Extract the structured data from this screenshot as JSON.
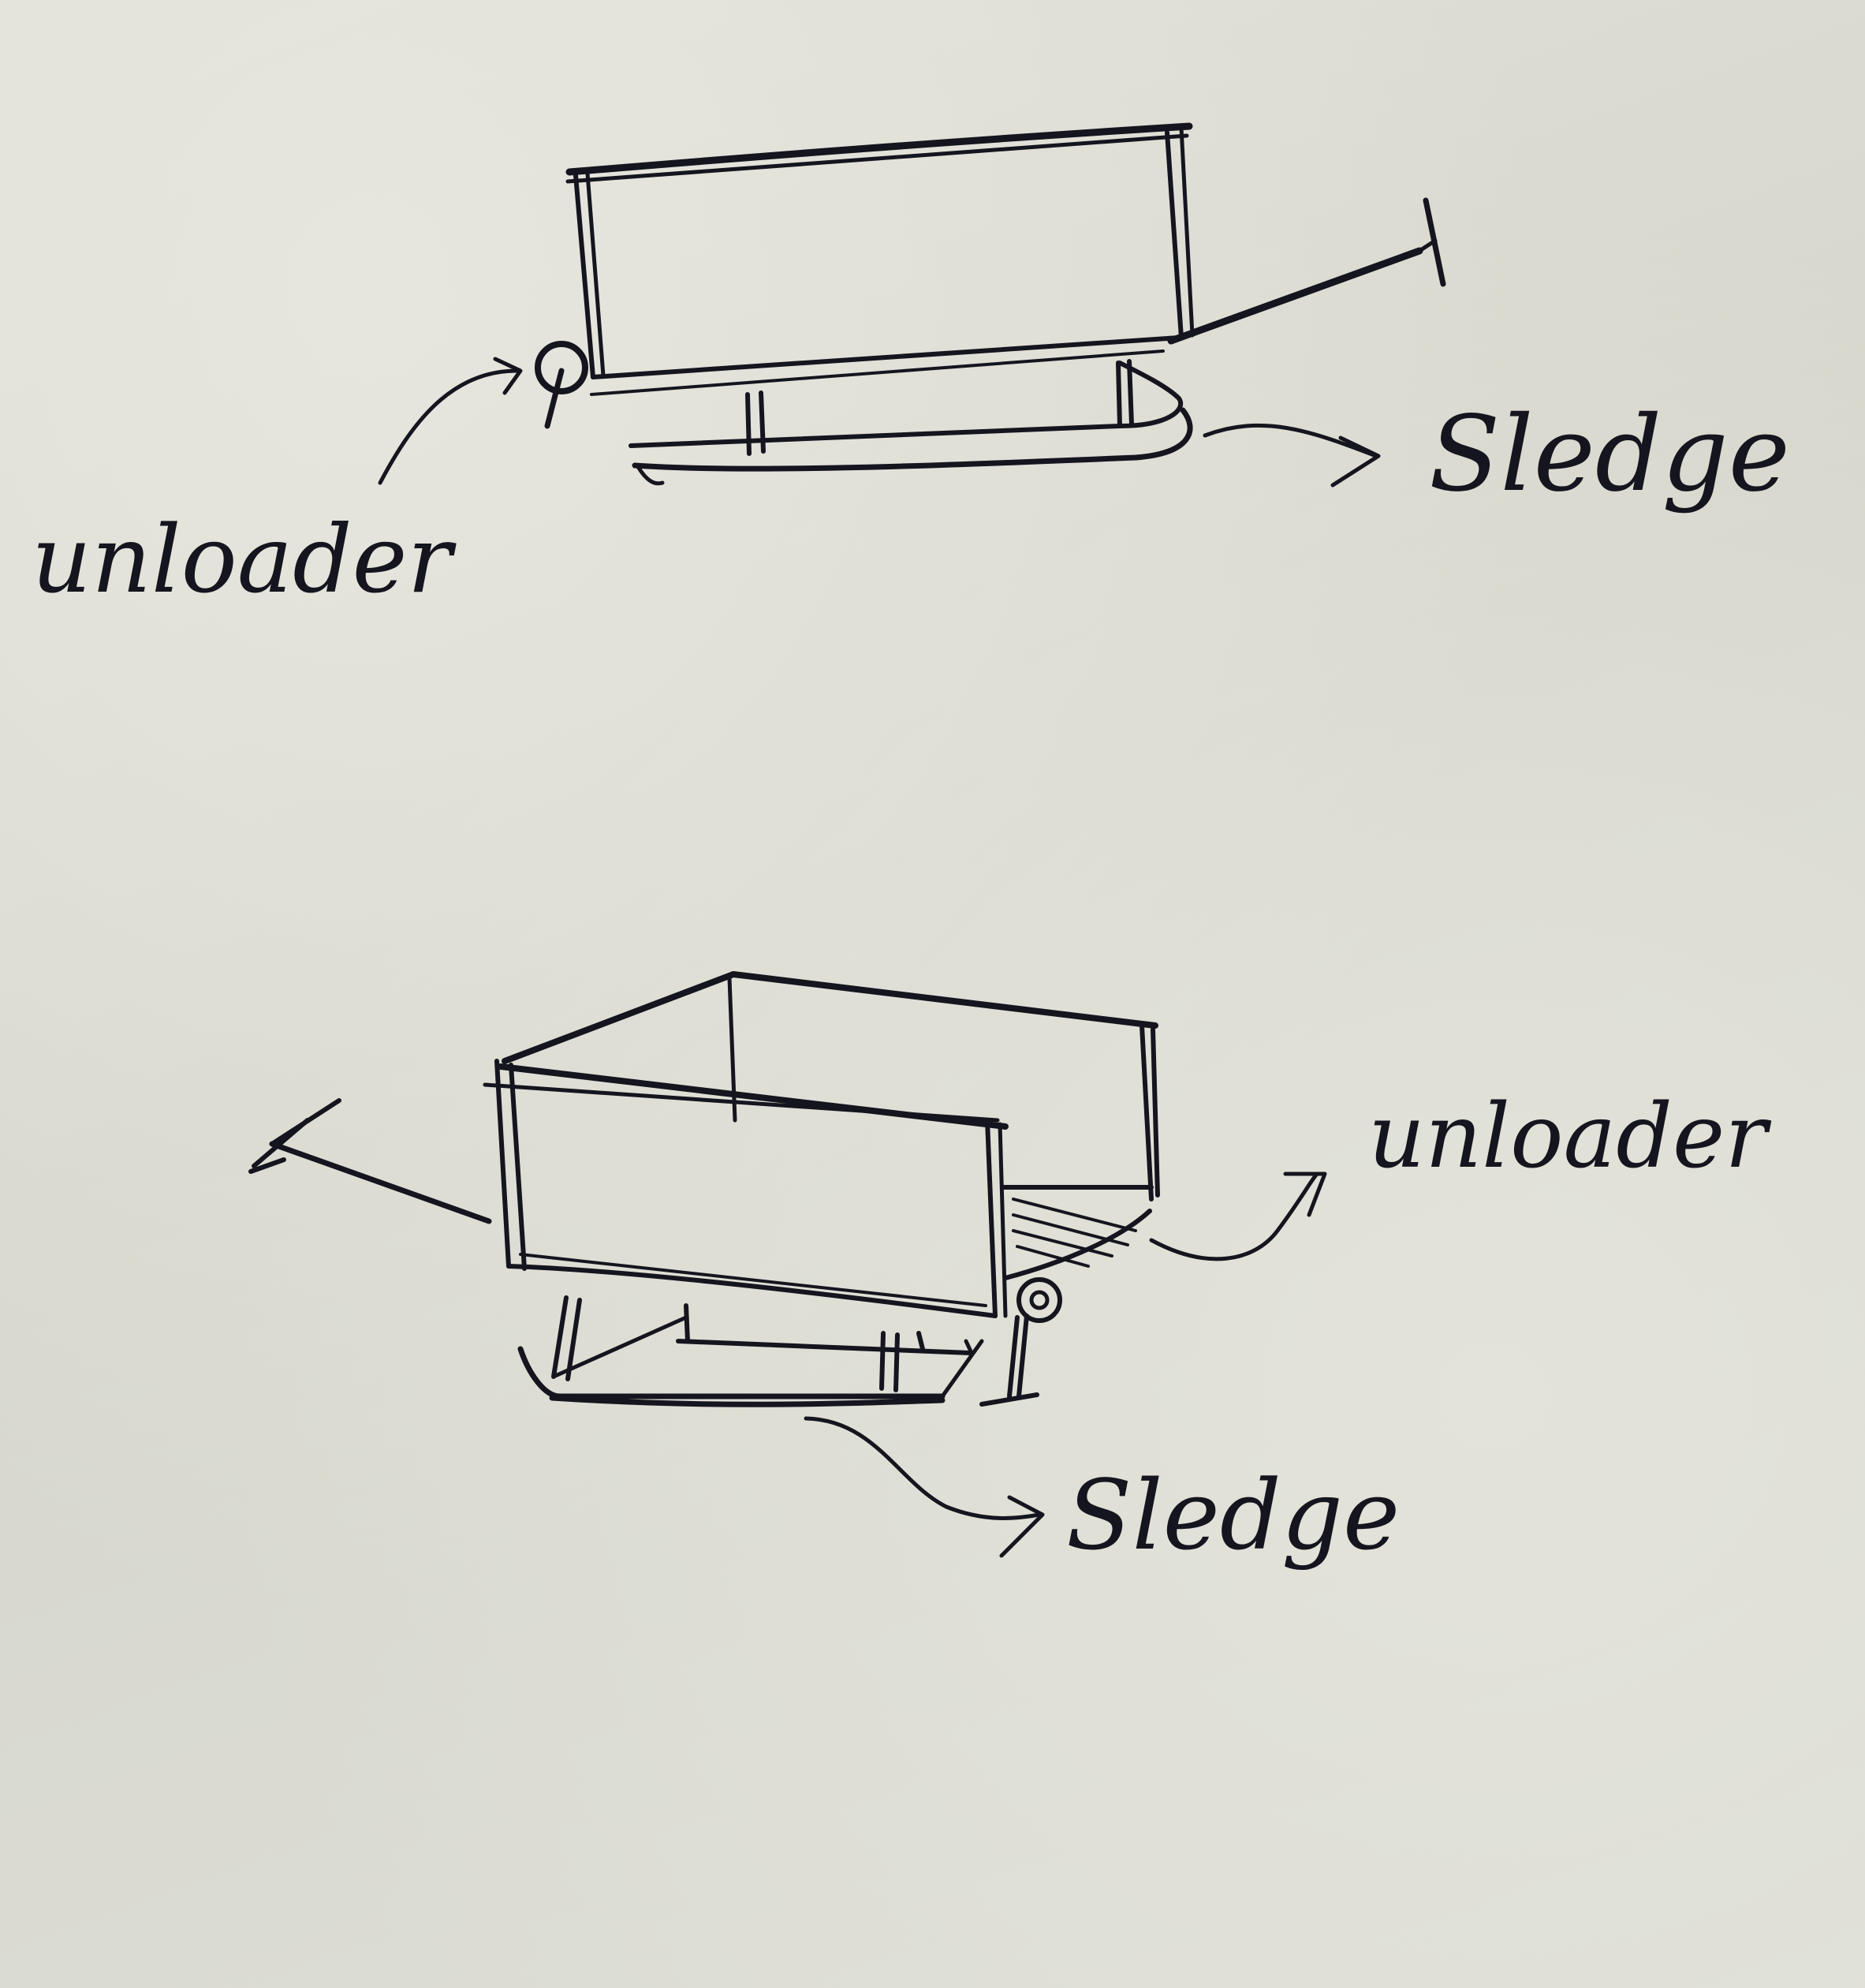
{
  "sketch_top": {
    "unloader_label": "unloader",
    "sledge_label": "Sledge"
  },
  "sketch_bottom": {
    "unloader_label": "unloader",
    "sledge_label": "Sledge"
  },
  "colors": {
    "paper": "#dcdcd3",
    "ink": "#15151f"
  }
}
